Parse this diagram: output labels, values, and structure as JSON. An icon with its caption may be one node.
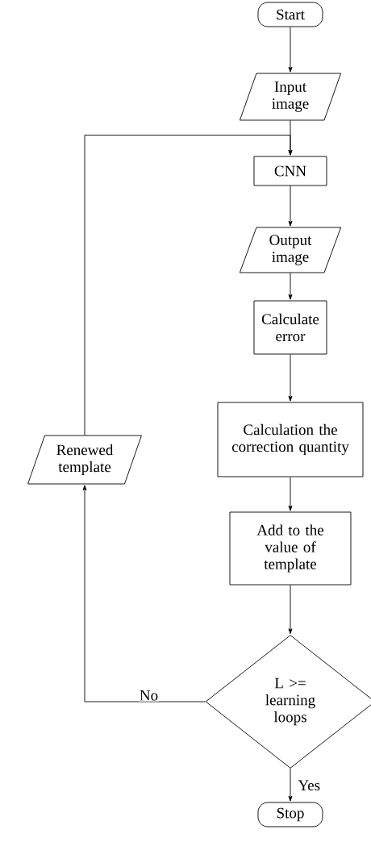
{
  "diagram": {
    "nodes": [
      {
        "text": [
          "Start"
        ]
      },
      {
        "text": [
          "Input image"
        ]
      },
      {
        "text": [
          "CNN"
        ]
      },
      {
        "text": [
          "Output image"
        ]
      },
      {
        "text": [
          "Calculate error"
        ]
      },
      {
        "text": [
          "Calculation the correction quantity"
        ]
      },
      {
        "text": [
          "Add to the value of template"
        ]
      },
      {
        "text": [
          "L >= learning loops"
        ]
      },
      {
        "text": [
          "Stop"
        ]
      },
      {
        "text": [
          "Renewed template"
        ]
      }
    ],
    "edges": [
      {
        "from": 0,
        "to": 1,
        "arrow": "to"
      },
      {
        "from": 1,
        "to": 2,
        "arrow": "to"
      },
      {
        "from": 2,
        "to": 3,
        "arrow": "to"
      },
      {
        "from": 3,
        "to": 4,
        "arrow": "to"
      },
      {
        "from": 4,
        "to": 5,
        "arrow": "to"
      },
      {
        "from": 5,
        "to": 6,
        "arrow": "to"
      },
      {
        "from": 6,
        "to": 7,
        "arrow": "to"
      },
      {
        "from": 7,
        "to": 8,
        "arrow": "to",
        "label": "Yes"
      },
      {
        "from": 7,
        "to": 9,
        "arrow": "to",
        "label": "No"
      },
      {
        "from": 9,
        "to": 2,
        "arrow": "to"
      }
    ]
  }
}
